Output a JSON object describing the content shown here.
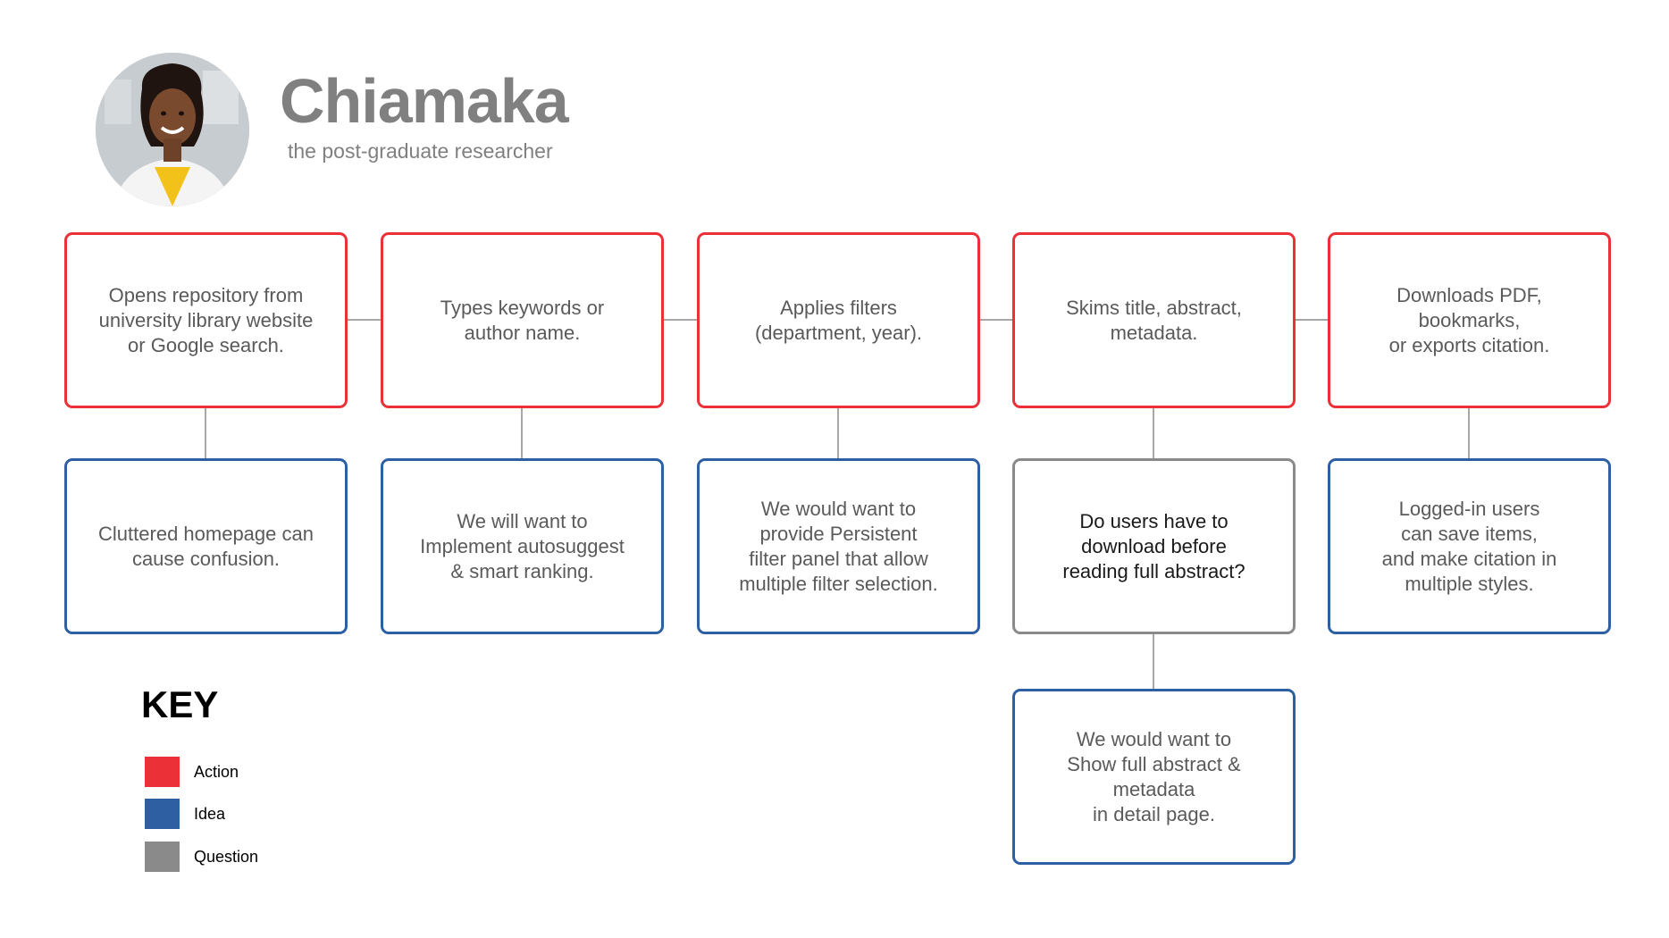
{
  "persona": {
    "name": "Chiamaka",
    "role": "the post-graduate researcher"
  },
  "colors": {
    "action": "#ec3038",
    "idea": "#2e5fa3",
    "question": "#8a8a8a",
    "connector": "#8a8a8a"
  },
  "journey": {
    "actions": [
      "Opens repository from\nuniversity library website\nor Google search.",
      "Types keywords or\nauthor name.",
      "Applies filters\n(department, year).",
      "Skims title, abstract,\nmetadata.",
      "Downloads PDF,\nbookmarks,\nor exports citation."
    ],
    "ideas_row": [
      "Cluttered homepage can\ncause confusion.",
      "We will want to\nImplement autosuggest\n& smart ranking.",
      "We would want to\nprovide Persistent\nfilter panel that allow\nmultiple filter selection.",
      "Do users have to\ndownload before\nreading full abstract?",
      "Logged-in users\ncan save items,\nand make citation in\nmultiple styles."
    ],
    "followup_idea": "We would want to\nShow full abstract &\nmetadata\nin detail page."
  },
  "key": {
    "title": "KEY",
    "items": [
      {
        "label": "Action",
        "color": "#ec3038"
      },
      {
        "label": "Idea",
        "color": "#2e5fa3"
      },
      {
        "label": "Question",
        "color": "#8a8a8a"
      }
    ]
  }
}
